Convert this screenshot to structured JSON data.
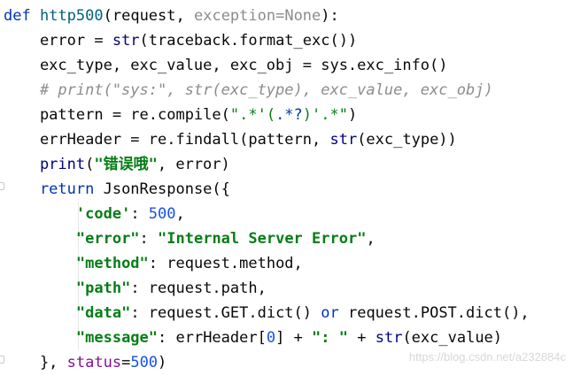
{
  "code_lines": [
    [
      [
        "kw",
        "def"
      ],
      [
        "plain",
        " "
      ],
      [
        "fn",
        "http500"
      ],
      [
        "plain",
        "(request, "
      ],
      [
        "dflt",
        "exception=None"
      ],
      [
        "plain",
        "):"
      ]
    ],
    [
      [
        "plain",
        "    error = "
      ],
      [
        "builtin",
        "str"
      ],
      [
        "plain",
        "(traceback.format_exc())"
      ]
    ],
    [
      [
        "plain",
        "    exc_type, exc_value, exc_obj = sys.exc_info()"
      ]
    ],
    [
      [
        "cmt",
        "    # print(\"sys:\", str(exc_type), exc_value, exc_obj)"
      ]
    ],
    [
      [
        "plain",
        "    pattern = re.compile("
      ],
      [
        "strs",
        "\".*'("
      ],
      [
        "esc",
        ".*?"
      ],
      [
        "strs",
        ")'.*\""
      ],
      [
        "plain",
        ")"
      ]
    ],
    [
      [
        "plain",
        "    errHeader = re.findall(pattern, "
      ],
      [
        "builtin",
        "str"
      ],
      [
        "plain",
        "(exc_type))"
      ]
    ],
    [
      [
        "builtin",
        "    print"
      ],
      [
        "plain",
        "("
      ],
      [
        "str",
        "\""
      ],
      [
        "strcn",
        "错误哦"
      ],
      [
        "str",
        "\""
      ],
      [
        "plain",
        ", error)"
      ]
    ],
    [
      [
        "kw",
        "    return"
      ],
      [
        "plain",
        " JsonResponse({"
      ]
    ],
    [
      [
        "plain",
        "        "
      ],
      [
        "str",
        "'code'"
      ],
      [
        "plain",
        ": "
      ],
      [
        "num",
        "500"
      ],
      [
        "plain",
        ","
      ]
    ],
    [
      [
        "plain",
        "        "
      ],
      [
        "str",
        "\"error\""
      ],
      [
        "plain",
        ": "
      ],
      [
        "str",
        "\"Internal Server Error\""
      ],
      [
        "plain",
        ","
      ]
    ],
    [
      [
        "plain",
        "        "
      ],
      [
        "str",
        "\"method\""
      ],
      [
        "plain",
        ": request.method,"
      ]
    ],
    [
      [
        "plain",
        "        "
      ],
      [
        "str",
        "\"path\""
      ],
      [
        "plain",
        ": request.path,"
      ]
    ],
    [
      [
        "plain",
        "        "
      ],
      [
        "str",
        "\"data\""
      ],
      [
        "plain",
        ": request.GET.dict() "
      ],
      [
        "kw",
        "or"
      ],
      [
        "plain",
        " request.POST.dict(),"
      ]
    ],
    [
      [
        "plain",
        "        "
      ],
      [
        "str",
        "\"message\""
      ],
      [
        "plain",
        ": errHeader["
      ],
      [
        "num",
        "0"
      ],
      [
        "plain",
        "] + "
      ],
      [
        "str",
        "\": \""
      ],
      [
        "plain",
        " + "
      ],
      [
        "builtin",
        "str"
      ],
      [
        "plain",
        "(exc_value)"
      ]
    ],
    [
      [
        "plain",
        "    }, "
      ],
      [
        "param",
        "status"
      ],
      [
        "plain",
        "="
      ],
      [
        "num",
        "500"
      ],
      [
        "plain",
        ")"
      ]
    ]
  ],
  "watermark": "https://blog.csdn.net/a232884c"
}
